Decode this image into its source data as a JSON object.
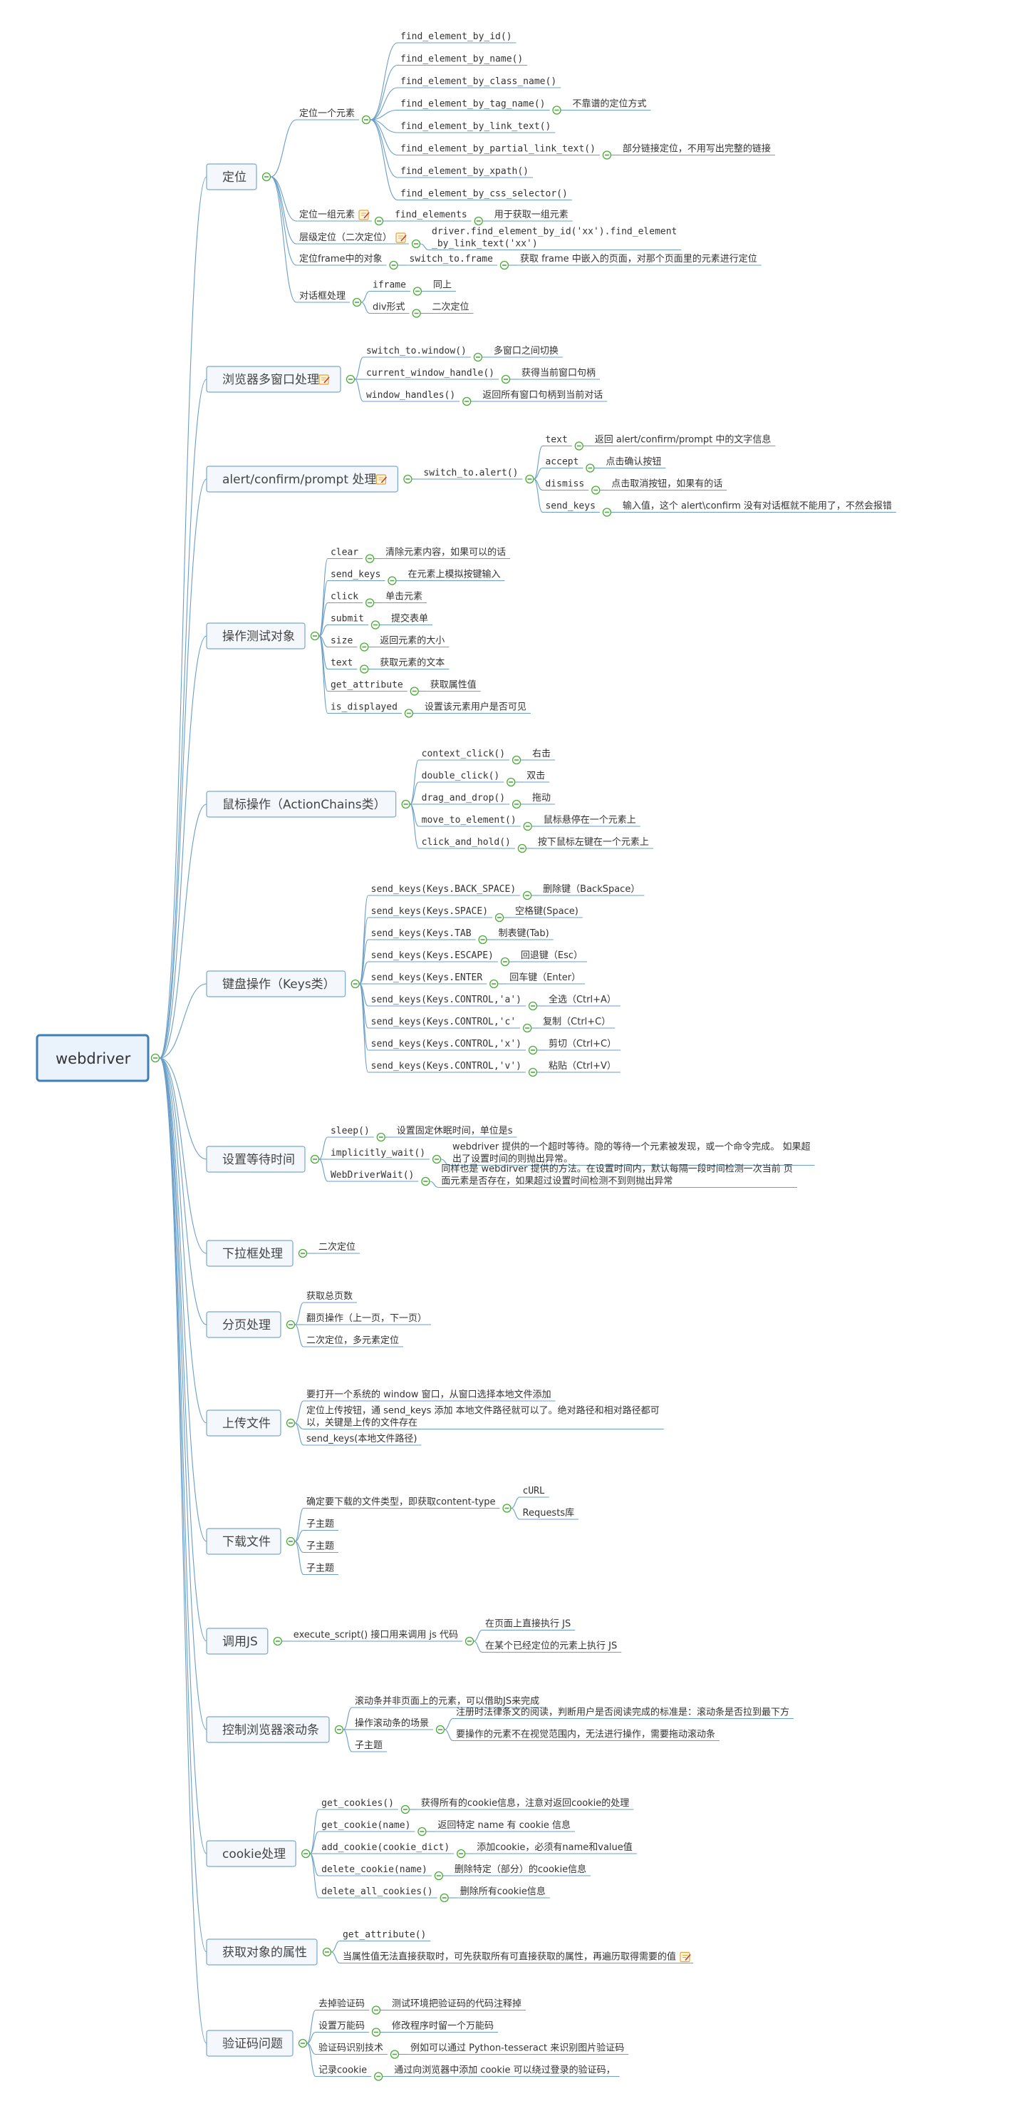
{
  "colors": {
    "line": "#6a9ec8",
    "node_border": "#7aa7cf",
    "node_fill": "#f4f8fc",
    "root_border": "#3f7fb5",
    "root_fill": "#eaf2fb",
    "collapse": "#4caa3a",
    "note": "#e8a23a"
  },
  "root": {
    "label": "webdriver"
  },
  "topics": [
    {
      "label": "定位",
      "children": [
        {
          "label": "定位一个元素",
          "children": [
            {
              "label": "find_element_by_id()"
            },
            {
              "label": "find_element_by_name()"
            },
            {
              "label": "find_element_by_class_name()"
            },
            {
              "label": "find_element_by_tag_name()",
              "children": [
                {
                  "label": "不靠谱的定位方式"
                }
              ]
            },
            {
              "label": "find_element_by_link_text()"
            },
            {
              "label": "find_element_by_partial_link_text()",
              "children": [
                {
                  "label": "部分链接定位，不用写出完整的链接"
                }
              ]
            },
            {
              "label": "find_element_by_xpath()"
            },
            {
              "label": "find_element_by_css_selector()"
            }
          ]
        },
        {
          "label": "定位一组元素",
          "note": true,
          "children": [
            {
              "label": "find_elements",
              "children": [
                {
                  "label": "用于获取一组元素"
                }
              ]
            }
          ]
        },
        {
          "label": "层级定位（二次定位）",
          "note": true,
          "children": [
            {
              "label": "driver.find_element_by_id('xx').find_element_by_link_text('xx')"
            }
          ]
        },
        {
          "label": "定位frame中的对象",
          "children": [
            {
              "label": "switch_to.frame",
              "children": [
                {
                  "label": "获取 frame 中嵌入的页面，对那个页面里的元素进行定位"
                }
              ]
            }
          ]
        },
        {
          "label": "对话框处理",
          "children": [
            {
              "label": "iframe",
              "children": [
                {
                  "label": "同上"
                }
              ]
            },
            {
              "label": "div形式",
              "children": [
                {
                  "label": "二次定位"
                }
              ]
            }
          ]
        }
      ]
    },
    {
      "label": "浏览器多窗口处理",
      "note": true,
      "children": [
        {
          "label": "switch_to.window()",
          "children": [
            {
              "label": "多窗口之间切换"
            }
          ]
        },
        {
          "label": "current_window_handle()",
          "children": [
            {
              "label": "获得当前窗口句柄"
            }
          ]
        },
        {
          "label": "window_handles()",
          "children": [
            {
              "label": "返回所有窗口句柄到当前对话"
            }
          ]
        }
      ]
    },
    {
      "label": "alert/confirm/prompt 处理",
      "note": true,
      "children": [
        {
          "label": "switch_to.alert()",
          "children": [
            {
              "label": "text",
              "children": [
                {
                  "label": "返回 alert/confirm/prompt 中的文字信息"
                }
              ]
            },
            {
              "label": "accept",
              "children": [
                {
                  "label": "点击确认按钮"
                }
              ]
            },
            {
              "label": "dismiss",
              "children": [
                {
                  "label": "点击取消按钮，如果有的话"
                }
              ]
            },
            {
              "label": "send_keys",
              "children": [
                {
                  "label": "输入值，这个 alert\\confirm 没有对话框就不能用了，不然会报错"
                }
              ]
            }
          ]
        }
      ]
    },
    {
      "label": "操作测试对象",
      "children": [
        {
          "label": "clear",
          "children": [
            {
              "label": "清除元素内容，如果可以的话"
            }
          ]
        },
        {
          "label": "send_keys",
          "children": [
            {
              "label": "在元素上模拟按键输入"
            }
          ]
        },
        {
          "label": "click",
          "children": [
            {
              "label": "单击元素"
            }
          ]
        },
        {
          "label": "submit",
          "children": [
            {
              "label": "提交表单"
            }
          ]
        },
        {
          "label": "size",
          "children": [
            {
              "label": "返回元素的大小"
            }
          ]
        },
        {
          "label": "text",
          "children": [
            {
              "label": "获取元素的文本"
            }
          ]
        },
        {
          "label": "get_attribute",
          "children": [
            {
              "label": "获取属性值"
            }
          ]
        },
        {
          "label": "is_displayed",
          "children": [
            {
              "label": "设置该元素用户是否可见"
            }
          ]
        }
      ]
    },
    {
      "label": "鼠标操作（ActionChains类）",
      "children": [
        {
          "label": "context_click()",
          "children": [
            {
              "label": "右击"
            }
          ]
        },
        {
          "label": "double_click()",
          "children": [
            {
              "label": "双击"
            }
          ]
        },
        {
          "label": "drag_and_drop()",
          "children": [
            {
              "label": "拖动"
            }
          ]
        },
        {
          "label": "move_to_element()",
          "children": [
            {
              "label": "鼠标悬停在一个元素上"
            }
          ]
        },
        {
          "label": "click_and_hold()",
          "children": [
            {
              "label": "按下鼠标左键在一个元素上"
            }
          ]
        }
      ]
    },
    {
      "label": "键盘操作（Keys类）",
      "children": [
        {
          "label": "send_keys(Keys.BACK_SPACE)",
          "children": [
            {
              "label": "删除键（BackSpace）"
            }
          ]
        },
        {
          "label": "send_keys(Keys.SPACE)",
          "children": [
            {
              "label": "空格键(Space)"
            }
          ]
        },
        {
          "label": "send_keys(Keys.TAB",
          "children": [
            {
              "label": "制表键(Tab)"
            }
          ]
        },
        {
          "label": "send_keys(Keys.ESCAPE)",
          "children": [
            {
              "label": "回退键（Esc）"
            }
          ]
        },
        {
          "label": "send_keys(Keys.ENTER",
          "children": [
            {
              "label": "回车键（Enter）"
            }
          ]
        },
        {
          "label": "send_keys(Keys.CONTROL,'a')",
          "children": [
            {
              "label": "全选（Ctrl+A）"
            }
          ]
        },
        {
          "label": "send_keys(Keys.CONTROL,'c'",
          "children": [
            {
              "label": "复制（Ctrl+C）"
            }
          ]
        },
        {
          "label": "send_keys(Keys.CONTROL,'x')",
          "children": [
            {
              "label": "剪切（Ctrl+C）"
            }
          ]
        },
        {
          "label": "send_keys(Keys.CONTROL,'v')",
          "children": [
            {
              "label": "粘贴（Ctrl+V）"
            }
          ]
        }
      ]
    },
    {
      "label": "设置等待时间",
      "children": [
        {
          "label": "sleep()",
          "children": [
            {
              "label": "设置固定休眠时间，单位是s"
            }
          ]
        },
        {
          "label": "implicitly_wait()",
          "children": [
            {
              "label": "webdriver 提供的一个超时等待。隐的等待一个元素被发现，或一个命令完成。 如果超出了设置时间的则抛出异常。"
            }
          ]
        },
        {
          "label": "WebDriverWait()",
          "children": [
            {
              "label": "同样也是 webdirver 提供的方法。在设置时间内，默认每隔一段时间检测一次当前 页面元素是否存在，如果超过设置时间检测不到则抛出异常"
            }
          ]
        }
      ]
    },
    {
      "label": "下拉框处理",
      "children": [
        {
          "label": "二次定位"
        }
      ]
    },
    {
      "label": "分页处理",
      "children": [
        {
          "label": "获取总页数"
        },
        {
          "label": "翻页操作（上一页，下一页）"
        },
        {
          "label": "二次定位，多元素定位"
        }
      ]
    },
    {
      "label": "上传文件",
      "children": [
        {
          "label": "要打开一个系统的 window 窗口，从窗口选择本地文件添加"
        },
        {
          "label": "定位上传按钮，通 send_keys 添加 本地文件路径就可以了。绝对路径和相对路径都可以，关键是上传的文件存在"
        },
        {
          "label": "send_keys(本地文件路径)"
        }
      ]
    },
    {
      "label": "下载文件",
      "children": [
        {
          "label": "确定要下载的文件类型，即获取content-type",
          "children": [
            {
              "label": "cURL"
            },
            {
              "label": "Requests库"
            }
          ]
        },
        {
          "label": "子主题"
        },
        {
          "label": "子主题"
        },
        {
          "label": "子主题"
        }
      ]
    },
    {
      "label": "调用JS",
      "children": [
        {
          "label": "execute_script() 接口用来调用 js 代码",
          "children": [
            {
              "label": "在页面上直接执行 JS"
            },
            {
              "label": "在某个已经定位的元素上执行 JS"
            }
          ]
        }
      ]
    },
    {
      "label": "控制浏览器滚动条",
      "children": [
        {
          "label": "滚动条并非页面上的元素，可以借助JS来完成"
        },
        {
          "label": "操作滚动条的场景",
          "children": [
            {
              "label": "注册时法律条文的阅读，判断用户是否阅读完成的标准是：滚动条是否拉到最下方"
            },
            {
              "label": "要操作的元素不在视觉范围内，无法进行操作，需要拖动滚动条"
            }
          ]
        },
        {
          "label": "子主题"
        }
      ]
    },
    {
      "label": "cookie处理",
      "children": [
        {
          "label": "get_cookies()",
          "children": [
            {
              "label": "获得所有的cookie信息，注意对返回cookie的处理"
            }
          ]
        },
        {
          "label": "get_cookie(name)",
          "children": [
            {
              "label": "返回特定 name 有 cookie 信息"
            }
          ]
        },
        {
          "label": "add_cookie(cookie_dict)",
          "children": [
            {
              "label": "添加cookie，必须有name和value值"
            }
          ]
        },
        {
          "label": "delete_cookie(name)",
          "children": [
            {
              "label": "删除特定（部分）的cookie信息"
            }
          ]
        },
        {
          "label": "delete_all_cookies()",
          "children": [
            {
              "label": "删除所有cookie信息"
            }
          ]
        }
      ]
    },
    {
      "label": "获取对象的属性",
      "children": [
        {
          "label": "get_attribute()"
        },
        {
          "label": "当属性值无法直接获取时，可先获取所有可直接获取的属性，再遍历取得需要的值",
          "note": true
        }
      ]
    },
    {
      "label": "验证码问题",
      "children": [
        {
          "label": "去掉验证码",
          "children": [
            {
              "label": "测试环境把验证码的代码注释掉"
            }
          ]
        },
        {
          "label": "设置万能码",
          "children": [
            {
              "label": "修改程序时留一个万能码"
            }
          ]
        },
        {
          "label": "验证码识别技术",
          "children": [
            {
              "label": "例如可以通过 Python-tesseract 来识别图片验证码"
            }
          ]
        },
        {
          "label": "记录cookie",
          "children": [
            {
              "label": "通过向浏览器中添加 cookie 可以绕过登录的验证码，"
            }
          ]
        }
      ]
    }
  ]
}
